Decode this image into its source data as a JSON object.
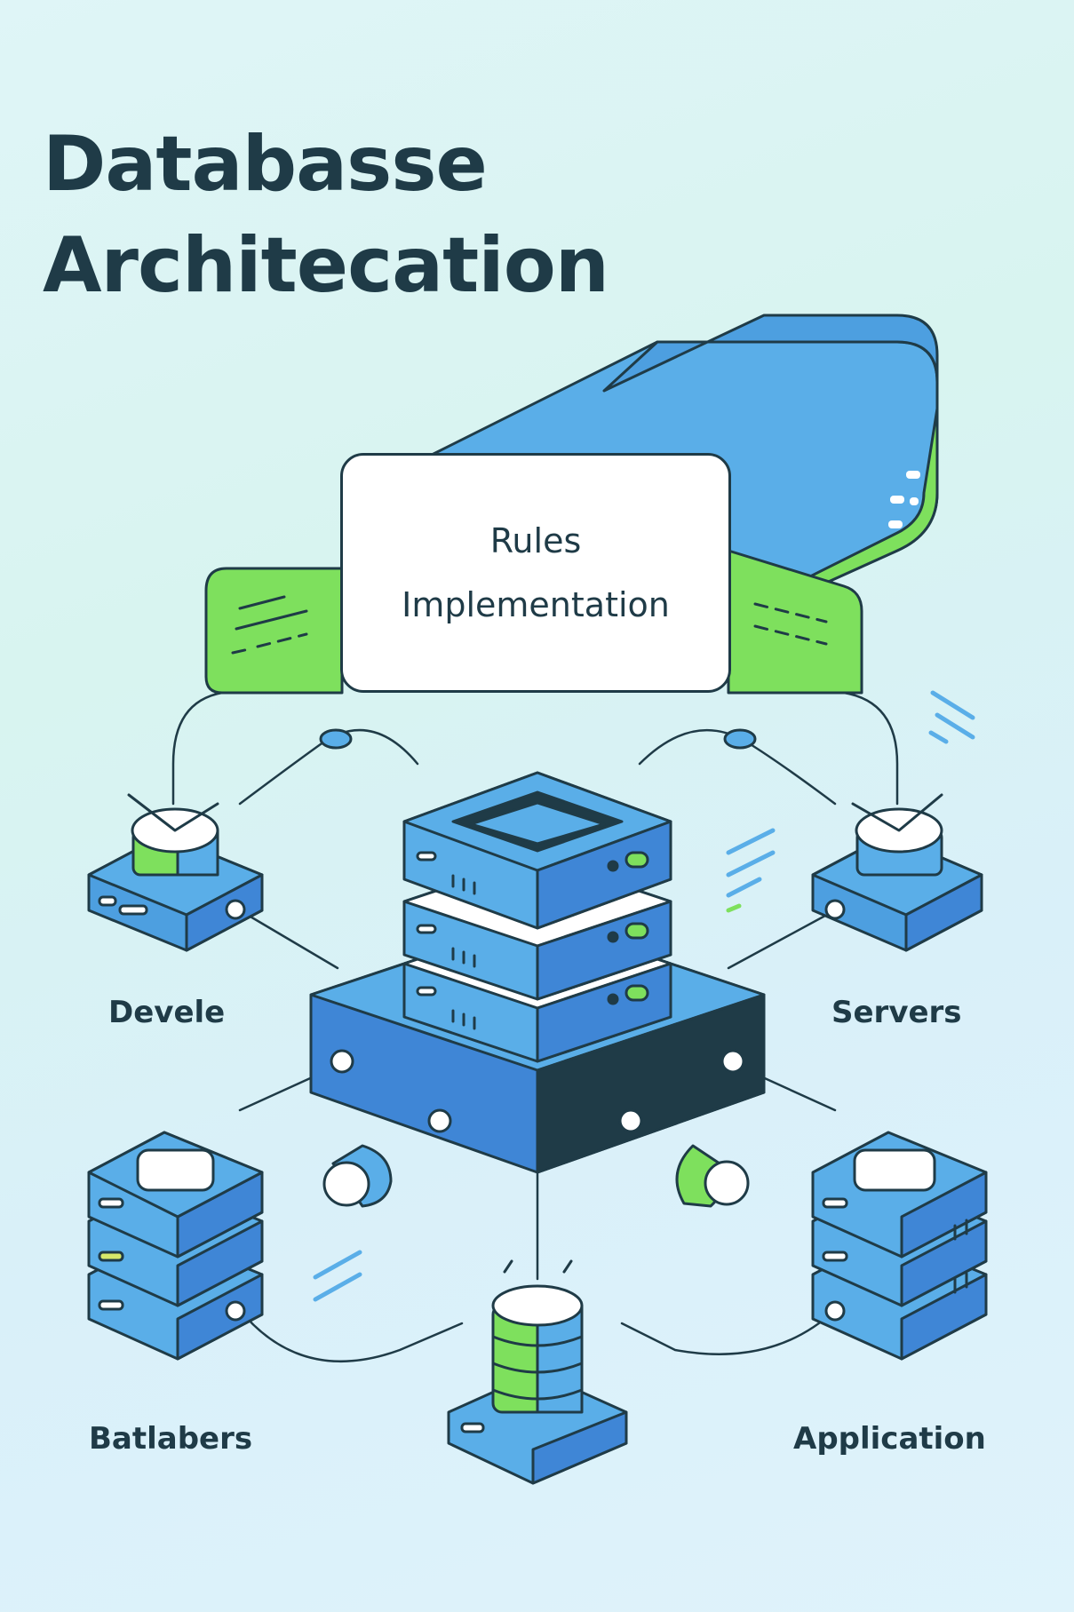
{
  "title": {
    "line1": "Databasse",
    "line2": "Architecation"
  },
  "center_box": {
    "line1": "Rules",
    "line2": "Implementation"
  },
  "labels": {
    "top_left": "Devele",
    "top_right": "Servers",
    "bottom_left": "Batlabers",
    "bottom_right": "Application"
  },
  "colors": {
    "background": "#dff5f7",
    "blue": "#5aaee8",
    "blue_dark": "#3f86d6",
    "green": "#7ee05d",
    "outline": "#1f3b47",
    "text": "#1f3b47"
  }
}
